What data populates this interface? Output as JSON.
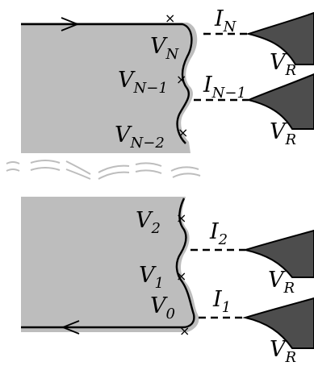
{
  "colors": {
    "region": "#bdbdbd",
    "contact": "#4d4d4d",
    "ink": "#000000",
    "squiggle": "#bdbdbd"
  },
  "top_block": {
    "labels": [
      {
        "base": "V",
        "sub": "N"
      },
      {
        "base": "V",
        "sub": "N−1"
      },
      {
        "base": "V",
        "sub": "N−2"
      }
    ],
    "currents": [
      {
        "base": "I",
        "sub": "N"
      },
      {
        "base": "I",
        "sub": "N−1"
      }
    ],
    "reservoirs": [
      {
        "base": "V",
        "sub": "R"
      },
      {
        "base": "V",
        "sub": "R"
      }
    ]
  },
  "bottom_block": {
    "labels": [
      {
        "base": "V",
        "sub": "2"
      },
      {
        "base": "V",
        "sub": "1"
      },
      {
        "base": "V",
        "sub": "0"
      }
    ],
    "currents": [
      {
        "base": "I",
        "sub": "2"
      },
      {
        "base": "I",
        "sub": "1"
      }
    ],
    "reservoirs": [
      {
        "base": "V",
        "sub": "R"
      },
      {
        "base": "V",
        "sub": "R"
      }
    ]
  },
  "marker_glyph": "×"
}
